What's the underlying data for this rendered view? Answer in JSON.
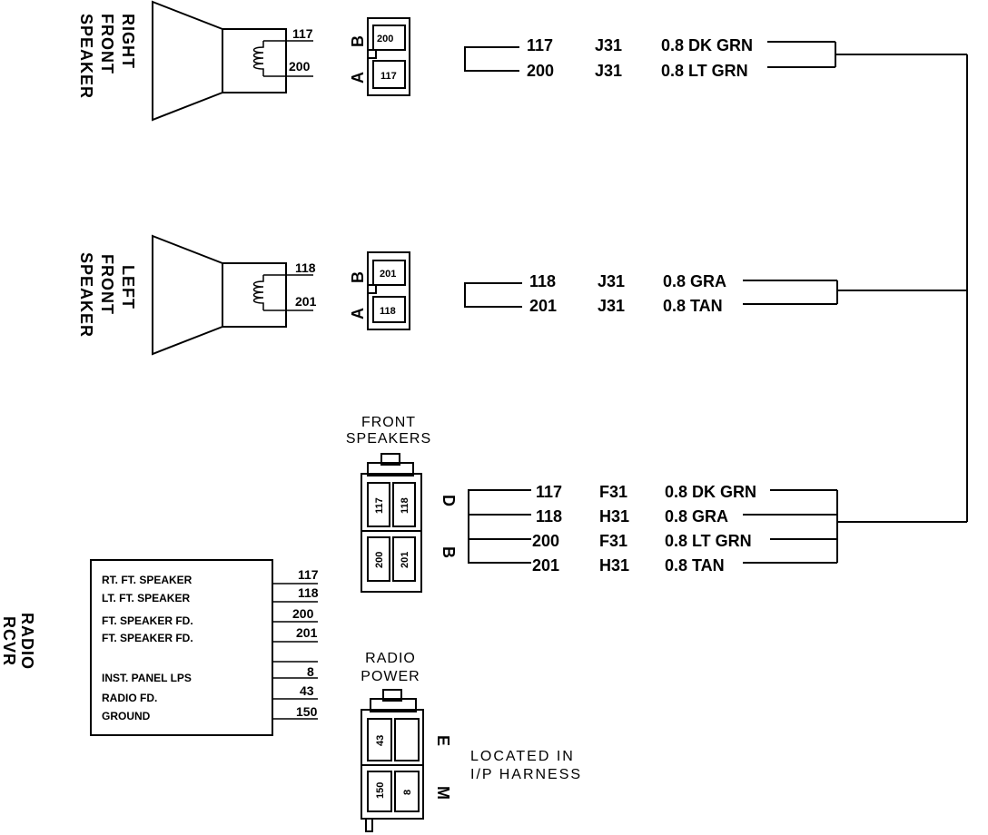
{
  "right_speaker": {
    "title": [
      "RIGHT",
      "FRONT",
      "SPEAKER"
    ],
    "terminals": [
      "117",
      "200"
    ],
    "connector": {
      "pin_b": "B",
      "pin_a": "A",
      "cavity_b": "200",
      "cavity_a": "117"
    },
    "wires": [
      {
        "circuit": "117",
        "harness": "J31",
        "gauge_color": "0.8 DK GRN"
      },
      {
        "circuit": "200",
        "harness": "J31",
        "gauge_color": "0.8 LT GRN"
      }
    ]
  },
  "left_speaker": {
    "title": [
      "LEFT",
      "FRONT",
      "SPEAKER"
    ],
    "terminals": [
      "118",
      "201"
    ],
    "connector": {
      "pin_b": "B",
      "pin_a": "A",
      "cavity_b": "201",
      "cavity_a": "118"
    },
    "wires": [
      {
        "circuit": "118",
        "harness": "J31",
        "gauge_color": "0.8 GRA"
      },
      {
        "circuit": "201",
        "harness": "J31",
        "gauge_color": "0.8 TAN"
      }
    ]
  },
  "front_speakers_connector": {
    "title": [
      "FRONT",
      "SPEAKERS"
    ],
    "cavities_top": [
      "117",
      "118"
    ],
    "cavities_bottom": [
      "200",
      "201"
    ],
    "pin_top": "D",
    "pin_bottom": "B",
    "wires": [
      {
        "circuit": "117",
        "harness": "F31",
        "gauge_color": "0.8 DK GRN"
      },
      {
        "circuit": "118",
        "harness": "H31",
        "gauge_color": "0.8 GRA"
      },
      {
        "circuit": "200",
        "harness": "F31",
        "gauge_color": "0.8 LT GRN"
      },
      {
        "circuit": "201",
        "harness": "H31",
        "gauge_color": "0.8 TAN"
      }
    ]
  },
  "radio_receiver": {
    "title": [
      "RADIO",
      "RCVR"
    ],
    "pins": [
      {
        "label": "RT. FT. SPEAKER",
        "circuit": "117"
      },
      {
        "label": "LT. FT. SPEAKER",
        "circuit": "118"
      },
      {
        "label": "FT. SPEAKER FD.",
        "circuit": "200"
      },
      {
        "label": "FT. SPEAKER FD.",
        "circuit": "201"
      },
      {
        "label": "",
        "circuit": ""
      },
      {
        "label": "INST. PANEL LPS",
        "circuit": "8"
      },
      {
        "label": "RADIO FD.",
        "circuit": "43"
      },
      {
        "label": "GROUND",
        "circuit": "150"
      }
    ]
  },
  "radio_power_connector": {
    "title": [
      "RADIO",
      "POWER"
    ],
    "cavities_top": [
      "43",
      ""
    ],
    "cavities_bottom": [
      "150",
      "8"
    ],
    "pin_top": "E",
    "pin_bottom": "M"
  },
  "note": [
    "LOCATED IN",
    "I/P HARNESS"
  ]
}
